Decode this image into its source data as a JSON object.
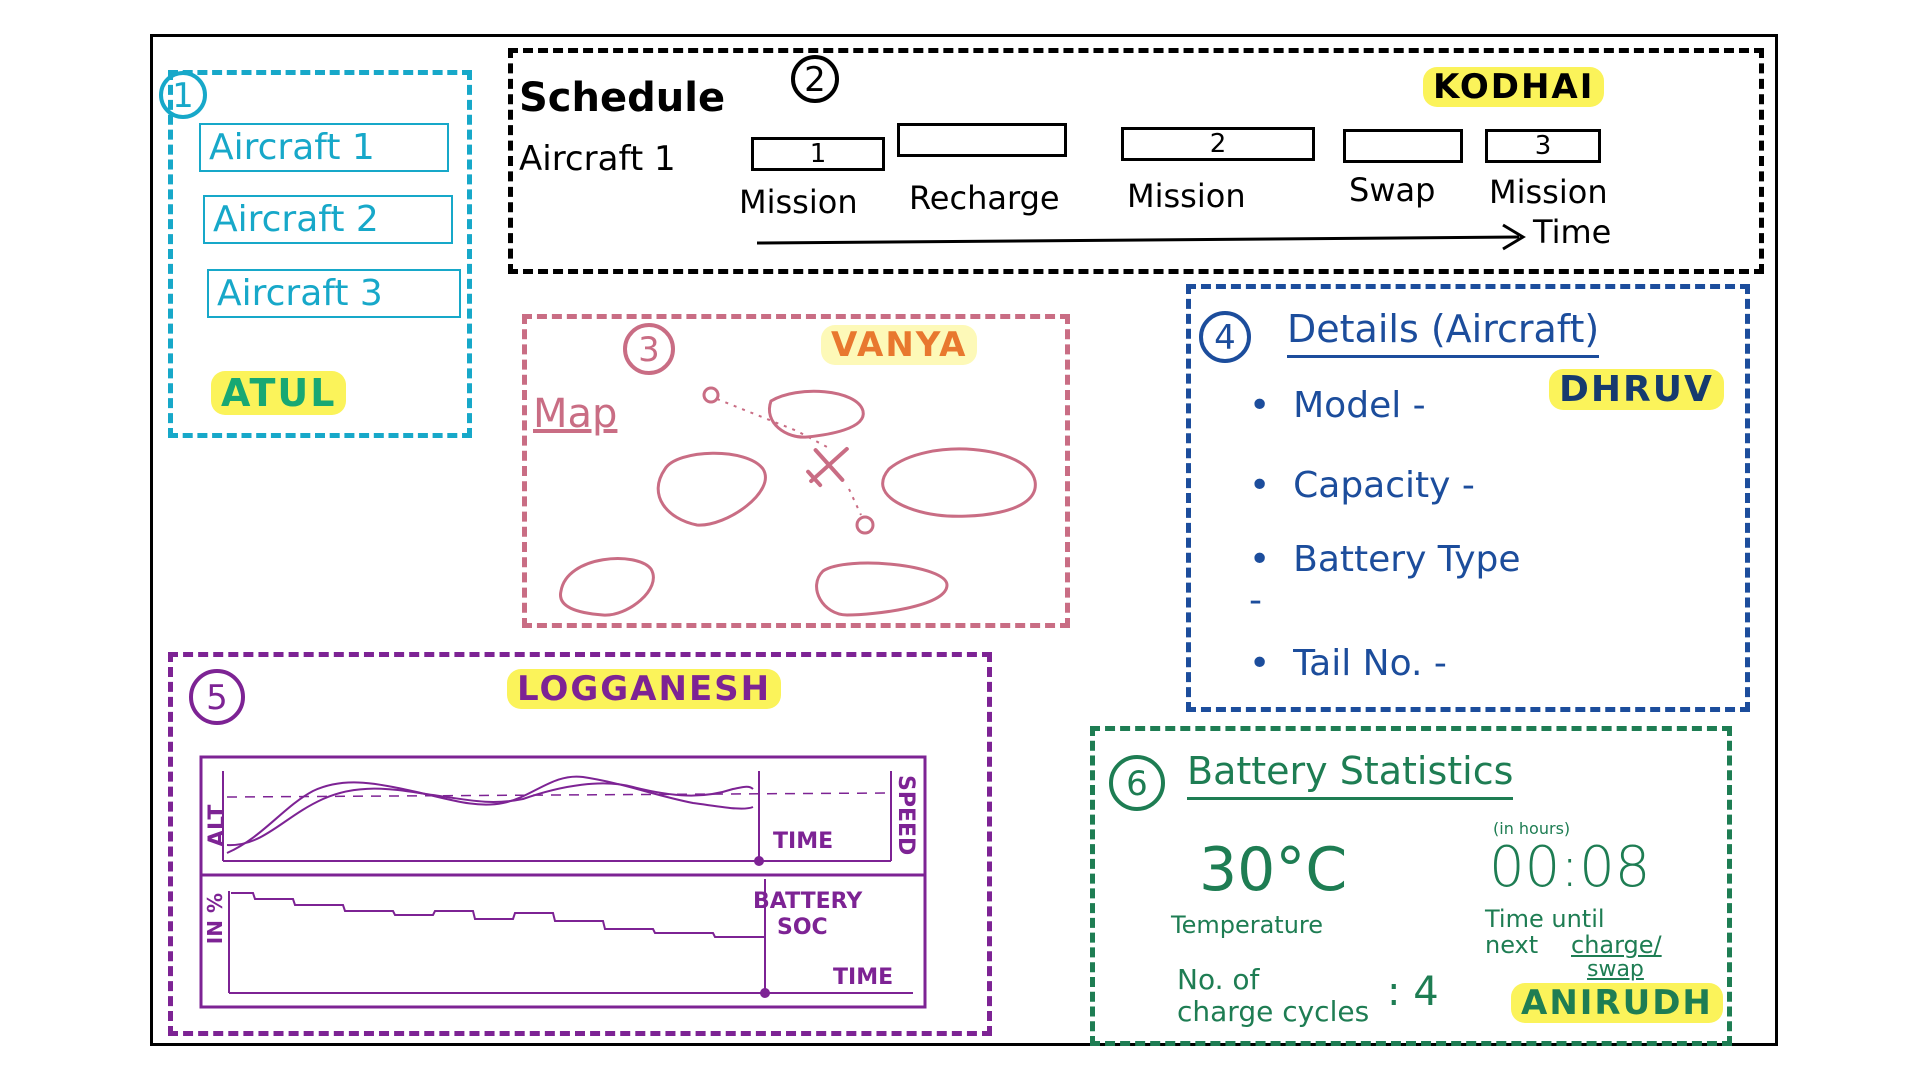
{
  "colors": {
    "panel1": "#17a8c9",
    "panel2": "#000000",
    "panel3": "#c96d84",
    "panel4": "#1c4d9c",
    "panel5": "#7d2394",
    "panel6": "#1e7d53",
    "highlight": "#fbf35a"
  },
  "panel1": {
    "number": "1",
    "aircraft": [
      "Aircraft 1",
      "Aircraft 2",
      "Aircraft 3"
    ],
    "owner": "ATUL"
  },
  "panel2": {
    "number": "2",
    "title": "Schedule",
    "owner": "KODHAI",
    "row_label": "Aircraft 1",
    "segments": [
      {
        "box_text": "1",
        "label": "Mission"
      },
      {
        "box_text": "",
        "label": "Recharge"
      },
      {
        "box_text": "2",
        "label": "Mission"
      },
      {
        "box_text": "",
        "label": "Swap"
      },
      {
        "box_text": "3",
        "label": "Mission"
      }
    ],
    "axis_label": "Time"
  },
  "panel3": {
    "number": "3",
    "title": "Map",
    "owner": "VANYA",
    "icon": "airplane-icon"
  },
  "panel4": {
    "number": "4",
    "title": "Details (Aircraft)",
    "owner": "DHRUV",
    "fields": [
      {
        "label": "Model",
        "suffix": "-"
      },
      {
        "label": "Capacity",
        "suffix": "-"
      },
      {
        "label": "Battery Type",
        "suffix": "-"
      },
      {
        "label": "Tail No.",
        "suffix": "-"
      }
    ]
  },
  "panel5": {
    "number": "5",
    "owner": "LOGGANESH",
    "top_chart": {
      "left_label": "ALT",
      "right_label": "SPEED",
      "x_label": "TIME"
    },
    "bottom_chart": {
      "left_label": "IN %",
      "series_label_1": "BATTERY",
      "series_label_2": "SOC",
      "x_label": "TIME"
    }
  },
  "panel6": {
    "number": "6",
    "title": "Battery Statistics",
    "owner": "ANIRUDH",
    "temperature_value": "30°C",
    "temperature_label": "Temperature",
    "time_unit": "(in hours)",
    "time_value": "00:08",
    "time_label_1": "Time until",
    "time_label_2": "next",
    "time_label_3": "charge/",
    "time_label_4": "swap",
    "cycles_label_1": "No. of",
    "cycles_label_2": "charge cycles",
    "cycles_value": ": 4"
  }
}
